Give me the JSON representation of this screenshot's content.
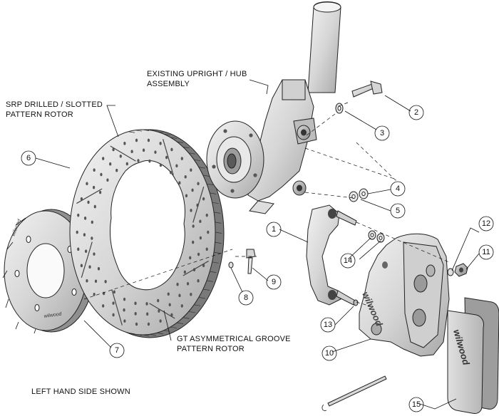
{
  "labels": {
    "upright": [
      "EXISTING UPRIGHT / HUB",
      "ASSEMBLY"
    ],
    "srp_rotor": [
      "SRP DRILLED / SLOTTED",
      "PATTERN ROTOR"
    ],
    "gt_rotor": [
      "GT ASYMMETRICAL GROOVE",
      "PATTERN ROTOR"
    ],
    "side_note": "LEFT HAND SIDE SHOWN"
  },
  "callouts": [
    "1",
    "2",
    "3",
    "4",
    "5",
    "6",
    "7",
    "8",
    "9",
    "10",
    "11",
    "12",
    "13",
    "14",
    "15"
  ],
  "brand": "wilwood",
  "colors": {
    "line": "#111111",
    "metal_light": "#e6e6e6",
    "metal_mid": "#c9c9c9",
    "metal_dark": "#9a9a9a",
    "background": "#ffffff"
  }
}
